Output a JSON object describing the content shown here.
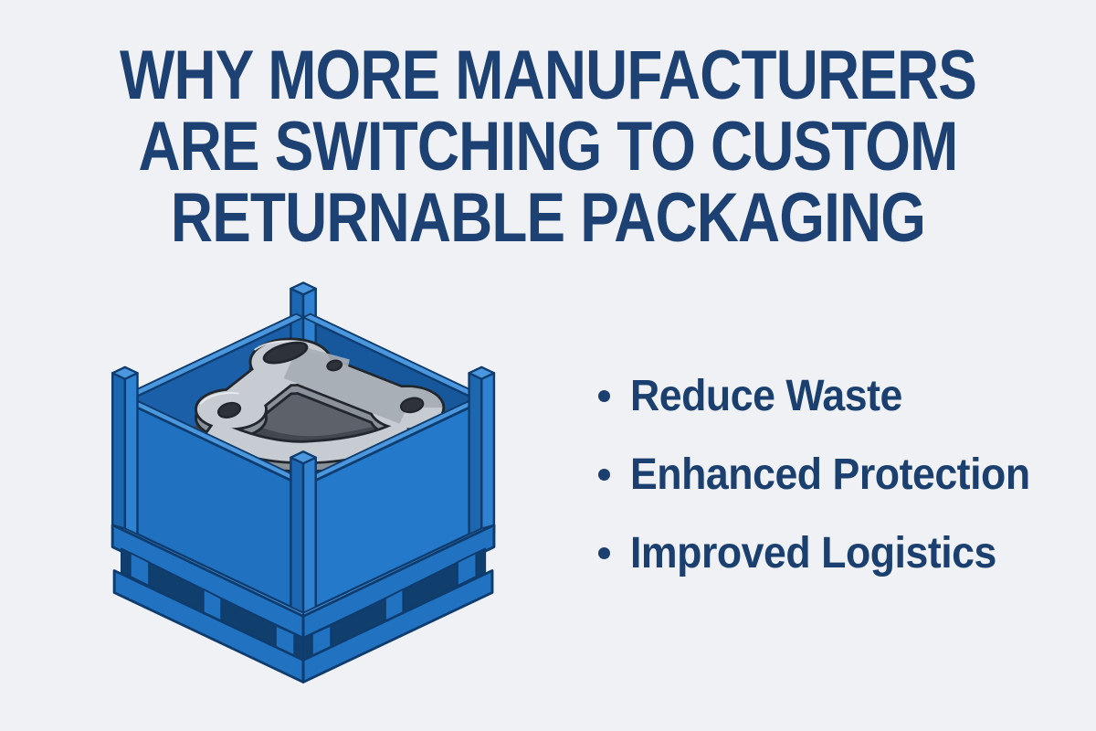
{
  "background_color": "#eff1f4",
  "palette": {
    "headline_navy": "#1d4173",
    "bullet_navy": "#1b3f6e",
    "container_blue": "#2173c2",
    "container_blue_light": "#4a97de",
    "container_outline": "#0e3c6e",
    "foam_gray": "#5d626a",
    "part_gray": "#c7ccd3"
  },
  "headline": {
    "lines": [
      "WHY MORE MANUFACTURERS",
      "ARE SWITCHING TO CUSTOM",
      "RETURNABLE PACKAGING"
    ]
  },
  "benefits": {
    "items": [
      {
        "label": "Reduce Waste"
      },
      {
        "label": "Enhanced Protection"
      },
      {
        "label": "Improved Logistics"
      }
    ]
  },
  "illustration": {
    "alt": "Blue steel returnable shipping container with corner posts and pallet base, holding a dark foam insert with a gray cast metal part"
  }
}
